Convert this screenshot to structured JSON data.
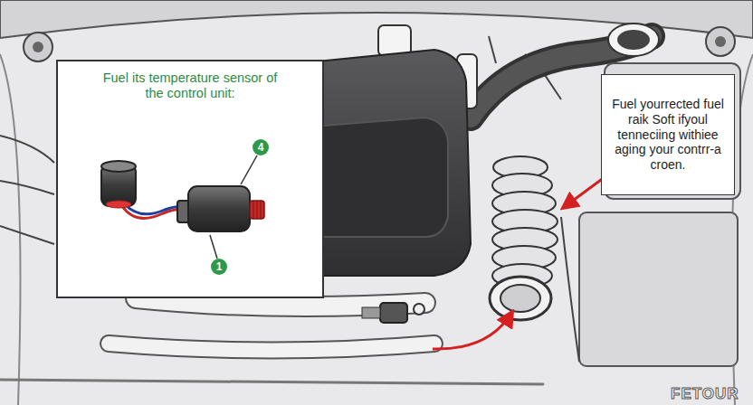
{
  "diagram": {
    "nodes": [
      {
        "text": [
          "Fuel its temperature sensor of the control unit:"
        ]
      },
      {
        "text": [
          "Fuel yourrected fuel raik Soft ifyoul tenneciing withiee aging your contrr-a croen."
        ]
      }
    ],
    "labels": [
      "4",
      "1",
      "FETOUR"
    ]
  }
}
